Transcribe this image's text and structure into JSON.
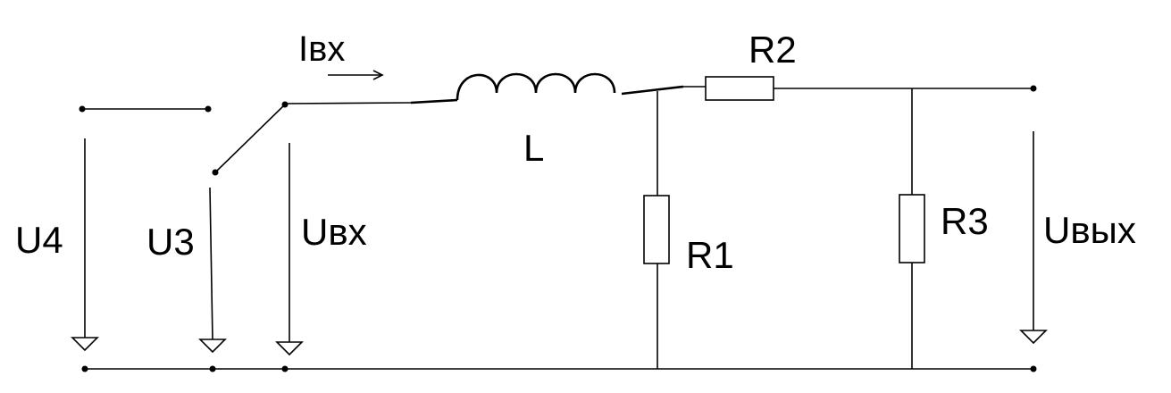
{
  "labels": {
    "current_in": "Iвх",
    "inductor": "L",
    "r1": "R1",
    "r2": "R2",
    "r3": "R3",
    "u4": "U4",
    "u3": "U3",
    "u_in": "Uвх",
    "u_out": "Uвых"
  },
  "colors": {
    "line": "#000000",
    "background": "#ffffff"
  }
}
